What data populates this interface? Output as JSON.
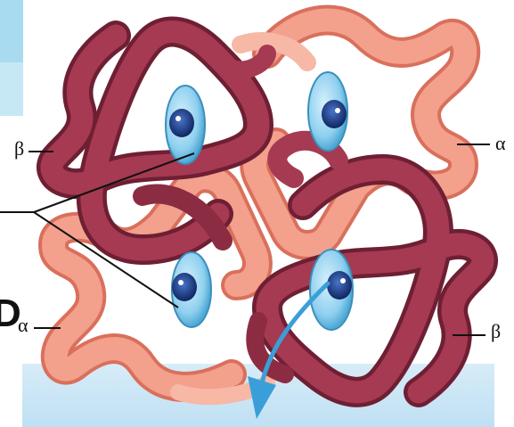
{
  "labels": {
    "beta_left": "β",
    "alpha_right": "α",
    "alpha_left": "α",
    "beta_right": "β"
  },
  "edge_letter": "D",
  "colors": {
    "background": "#ffffff",
    "beta_chain": "#a53a52",
    "beta_chain_dark": "#6e1f33",
    "alpha_chain": "#f3a08c",
    "alpha_chain_dark": "#d9705c",
    "heme_disc": "#8fd0ef",
    "heme_iron": "#1b3f8f",
    "membrane": "#cfe7f6",
    "arrow": "#3a9fd8",
    "leader_lines": "#111111",
    "top_left_accent": "#a8dbef"
  }
}
